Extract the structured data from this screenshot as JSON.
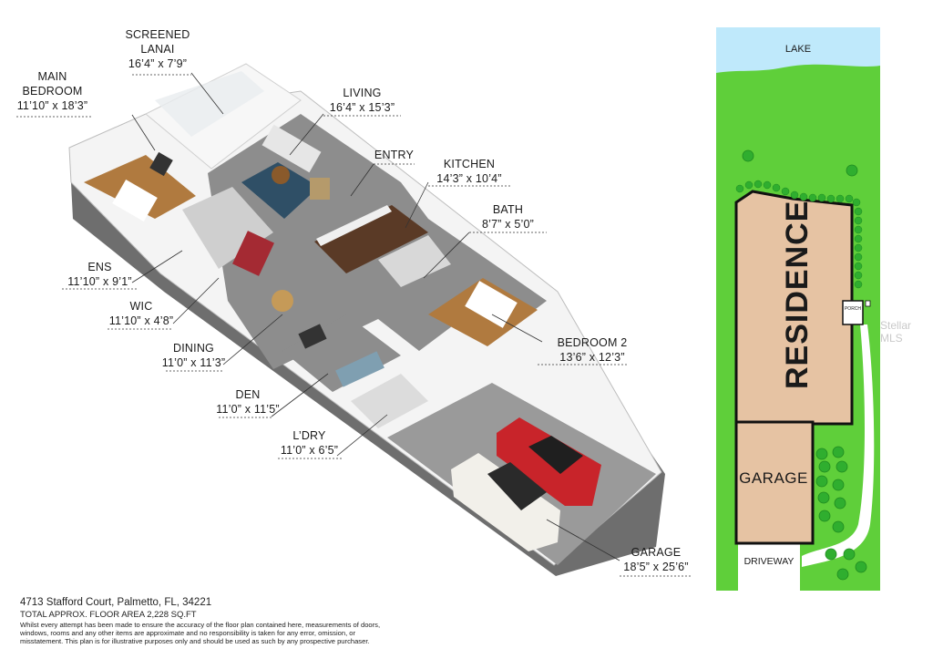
{
  "rooms": [
    {
      "id": "screened-lanai",
      "name_lines": [
        "SCREENED",
        "LANAI"
      ],
      "dim": "16’4” x 7’9”"
    },
    {
      "id": "main-bedroom",
      "name_lines": [
        "MAIN",
        "BEDROOM"
      ],
      "dim": "11’10” x 18’3”"
    },
    {
      "id": "living",
      "name_lines": [
        "LIVING"
      ],
      "dim": "16’4” x 15’3”"
    },
    {
      "id": "entry",
      "name_lines": [
        "ENTRY"
      ],
      "dim": ""
    },
    {
      "id": "kitchen",
      "name_lines": [
        "KITCHEN"
      ],
      "dim": "14’3” x 10’4”"
    },
    {
      "id": "bath",
      "name_lines": [
        "BATH"
      ],
      "dim": "8’7” x 5’0”"
    },
    {
      "id": "ens",
      "name_lines": [
        "ENS"
      ],
      "dim": "11’10” x 9’1”"
    },
    {
      "id": "wic",
      "name_lines": [
        "WIC"
      ],
      "dim": "11’10” x 4’8”"
    },
    {
      "id": "dining",
      "name_lines": [
        "DINING"
      ],
      "dim": "11’0” x 11’3”"
    },
    {
      "id": "bedroom-2",
      "name_lines": [
        "BEDROOM 2"
      ],
      "dim": "13’6” x 12’3”"
    },
    {
      "id": "den",
      "name_lines": [
        "DEN"
      ],
      "dim": "11’0” x 11’5”"
    },
    {
      "id": "laundry",
      "name_lines": [
        "L’DRY"
      ],
      "dim": "11’0” x 6’5”"
    },
    {
      "id": "garage",
      "name_lines": [
        "GARAGE"
      ],
      "dim": "18’5” x 25’6”"
    }
  ],
  "site_plan": {
    "lake": "LAKE",
    "residence": "RESIDENCE",
    "garage": "GARAGE",
    "porch": "PORCH",
    "driveway": "DRIVEWAY",
    "colors": {
      "lake": "#bfe9fb",
      "lawn": "#5fcf3a",
      "building": "#e6c3a3",
      "tree": "#2fae2f"
    }
  },
  "footer": {
    "address": "4713 Stafford Court, Palmetto, FL, 34221",
    "total_area": "TOTAL APPROX. FLOOR AREA 2,228 SQ.FT",
    "disclaimer": "Whilst every attempt has been made to ensure the accuracy of the floor plan contained here, measurements of doors, windows, rooms and any other items are approximate and no responsibility is taken for any error, omission, or misstatement. This plan is for illustrative purposes only and should be used as such by any prospective purchaser."
  },
  "watermark": "Stellar MLS"
}
